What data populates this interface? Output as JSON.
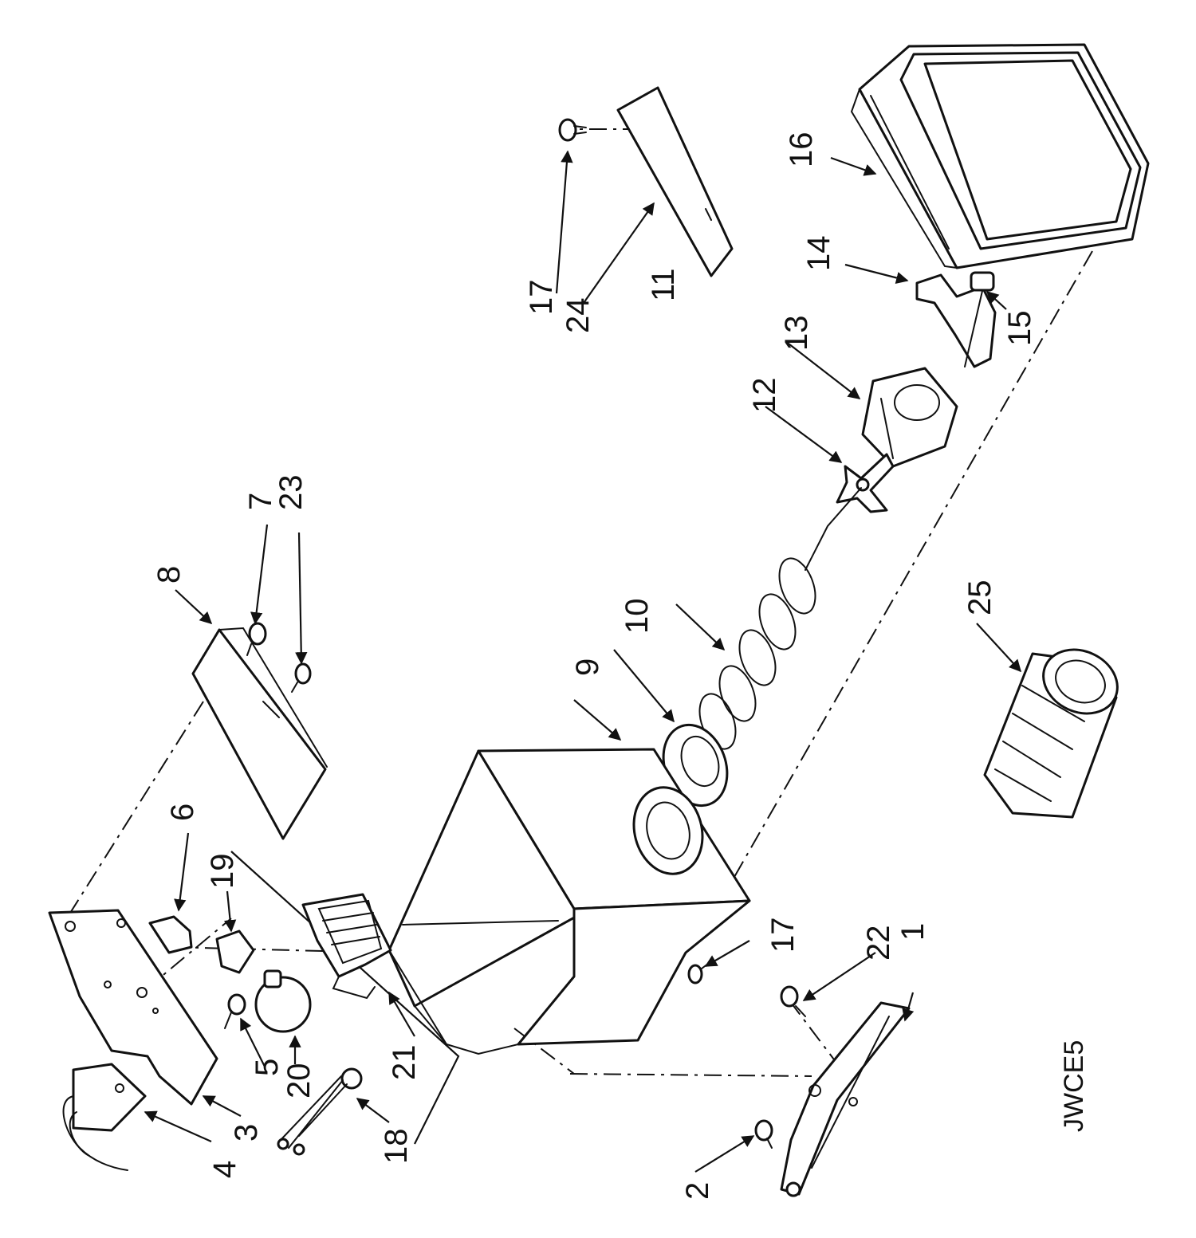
{
  "diagram": {
    "code": "JWCE5",
    "callouts": {
      "c1": "1",
      "c2": "2",
      "c3": "3",
      "c4": "4",
      "c5": "5",
      "c6": "6",
      "c7": "7",
      "c8": "8",
      "c9": "9",
      "c10": "10",
      "c11": "11",
      "c12": "12",
      "c13": "13",
      "c14": "14",
      "c15": "15",
      "c16": "16",
      "c17a": "17",
      "c17b": "17",
      "c18": "18",
      "c19": "19",
      "c20": "20",
      "c21": "21",
      "c22": "22",
      "c23": "23",
      "c24": "24",
      "c25": "25"
    }
  }
}
